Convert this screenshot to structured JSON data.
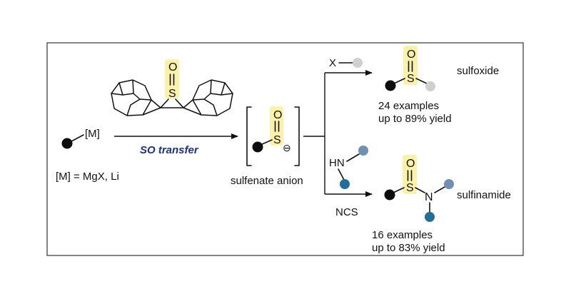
{
  "colors": {
    "black_group": "#0d0d0d",
    "gray_group": "#cfcfcf",
    "steel_group": "#6f8fb5",
    "teal_group": "#1f6f9a",
    "highlight": "#fbf2a8",
    "so_transfer": "#1c2f8a"
  },
  "reagent": {
    "metal_label": "[M]",
    "metal_def": "[M] = MgX, Li"
  },
  "reagent_molecule": {
    "oxygen": "O",
    "sulfur": "S"
  },
  "arrow_label": "SO transfer",
  "intermediate": {
    "label": "sulfenate anion",
    "oxygen": "O",
    "sulfur": "S",
    "charge": "⊖"
  },
  "upper_branch": {
    "reagent": "X",
    "product_label": "sulfoxide",
    "oxygen": "O",
    "sulfur": "S",
    "examples": "24 examples",
    "yield": "up to 89% yield"
  },
  "lower_branch": {
    "amine_label": "HN",
    "reagent_below": "NCS",
    "product_label": "sulfinamide",
    "oxygen": "O",
    "sulfur": "S",
    "nitrogen": "N",
    "examples": "16 examples",
    "yield": "up to 83% yield"
  }
}
